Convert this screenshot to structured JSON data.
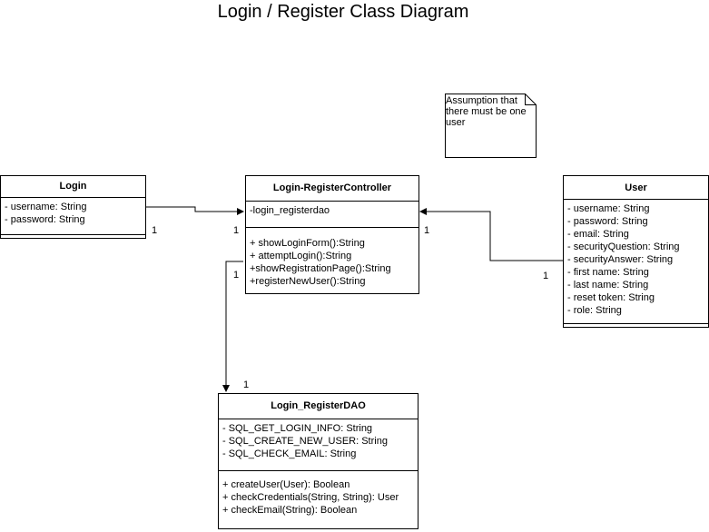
{
  "title": "Login / Register Class Diagram",
  "classes": {
    "login": {
      "name": "Login",
      "attributes": [
        "- username: String",
        "- password: String"
      ],
      "operations": []
    },
    "controller": {
      "name": "Login-RegisterController",
      "attributes": [
        "-login_registerdao"
      ],
      "operations": [
        "+ showLoginForm():String",
        "+ attemptLogin():String",
        "+showRegistrationPage():String",
        "+registerNewUser():String"
      ]
    },
    "user": {
      "name": "User",
      "attributes": [
        "- username: String",
        "- password: String",
        "- email: String",
        "- securityQuestion: String",
        "- securityAnswer: String",
        "- first name: String",
        "- last name: String",
        "- reset token: String",
        "- role: String"
      ],
      "operations": []
    },
    "dao": {
      "name": "Login_RegisterDAO",
      "attributes": [
        "- SQL_GET_LOGIN_INFO: String",
        "- SQL_CREATE_NEW_USER: String",
        "- SQL_CHECK_EMAIL: String"
      ],
      "operations": [
        "+ createUser(User): Boolean",
        "+ checkCredentials(String, String): User",
        "+ checkEmail(String): Boolean"
      ]
    }
  },
  "note": "Assumption that there must be one user",
  "multiplicities": {
    "login_side": "1",
    "controller_from_login": "1",
    "controller_from_user": "1",
    "user_side": "1",
    "controller_to_dao": "1",
    "dao_side": "1"
  }
}
